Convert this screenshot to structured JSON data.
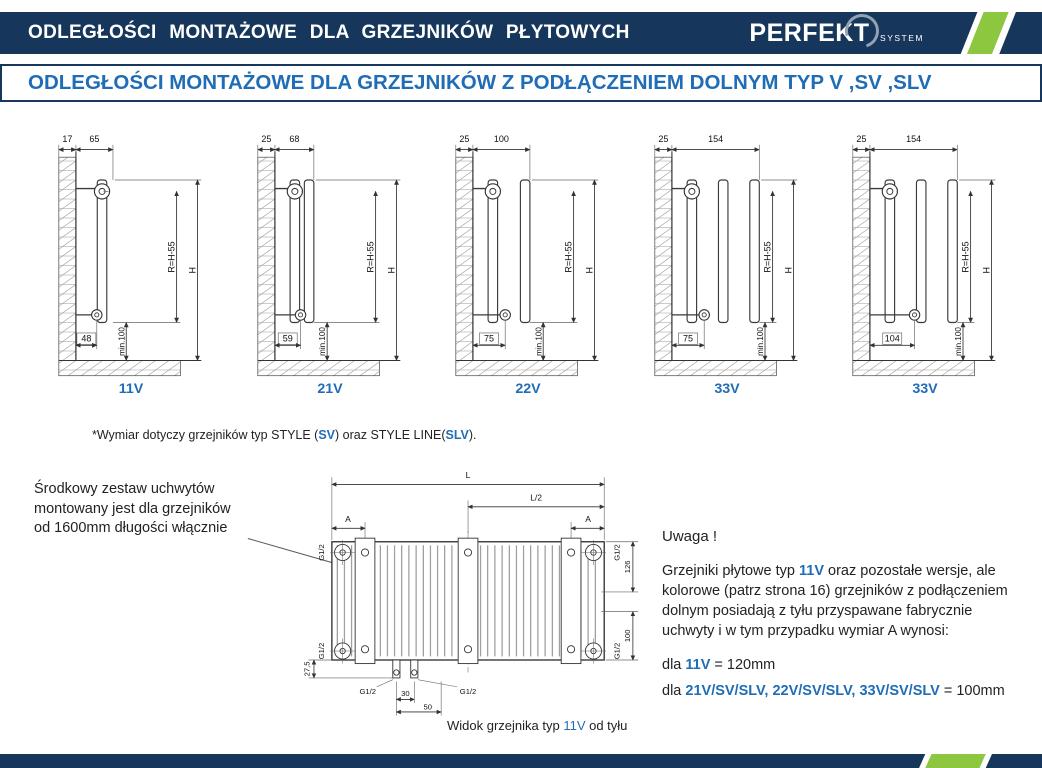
{
  "header": {
    "title": "ODLEGŁOŚCI MONTAŻOWE DLA GRZEJNIKÓW PŁYTOWYCH",
    "brand": "PERFEKT",
    "brand_sub": "SYSTEM"
  },
  "subheader": "ODLEGŁOŚCI MONTAŻOWE DLA GRZEJNIKÓW Z PODŁĄCZENIEM DOLNYM TYP V ,SV ,SLV",
  "diagrams": [
    {
      "name": "11V",
      "wall_dim": "17",
      "depth_dim": "65",
      "bottom_dim": "48",
      "r_dim": "R=H-55",
      "h_dim": "H",
      "min_dim": "min.100",
      "panels": 1
    },
    {
      "name": "21V",
      "wall_dim": "25",
      "depth_dim": "68",
      "bottom_dim": "59",
      "r_dim": "R=H-55",
      "h_dim": "H",
      "min_dim": "min.100",
      "panels": 2
    },
    {
      "name": "22V",
      "wall_dim": "25",
      "depth_dim": "100",
      "bottom_dim": "75",
      "r_dim": "R=H-55",
      "h_dim": "H",
      "min_dim": "min.100",
      "panels": 2
    },
    {
      "name": "33V",
      "wall_dim": "25",
      "depth_dim": "154",
      "bottom_dim": "75",
      "r_dim": "R=H-55",
      "h_dim": "H",
      "min_dim": "min.100",
      "panels": 3
    },
    {
      "name": "33V",
      "wall_dim": "25",
      "depth_dim": "154",
      "bottom_dim": "104",
      "r_dim": "R=H-55",
      "h_dim": "H",
      "min_dim": "min.100",
      "panels": 3
    }
  ],
  "footnote": {
    "t1": "*Wymiar dotyczy grzejników typ STYLE (",
    "sv": "SV",
    "t2": ") oraz STYLE LINE(",
    "slv": "SLV",
    "t3": ")."
  },
  "side_note": {
    "line1": "Środkowy zestaw uchwytów",
    "line2": "montowany jest dla grzejników",
    "line3": "od 1600mm długości włącznie"
  },
  "back_view": {
    "dim_l": "L",
    "dim_l2": "L/2",
    "dim_a": "A",
    "g12": "G1/2",
    "dim_126": "126",
    "dim_100": "100",
    "dim_27_5": "27,5",
    "dim_30": "30",
    "dim_50": "50",
    "caption_t1": "Widok grzejnika typ ",
    "caption_type": "11V",
    "caption_t2": " od tyłu"
  },
  "notes": {
    "heading": "Uwaga !",
    "p1": "Grzejniki płytowe typ ",
    "p_type": "11V",
    "p2": " oraz pozostałe wersje, ale kolorowe (patrz strona 16) grzejników z podłączeniem dolnym posiadają z tyłu przyspawane fabrycznie uchwyty i w tym przypadku wymiar A wynosi:",
    "l1_a": "dla ",
    "l1_b": "11V",
    "l1_c": " = 120mm",
    "l2_a": "dla ",
    "l2_b": "21V/SV/SLV, 22V/SV/SLV, 33V/SV/SLV",
    "l2_c": " = 100mm"
  },
  "colors": {
    "navy": "#16365c",
    "green": "#8dc63f",
    "blue": "#1f6db6"
  }
}
